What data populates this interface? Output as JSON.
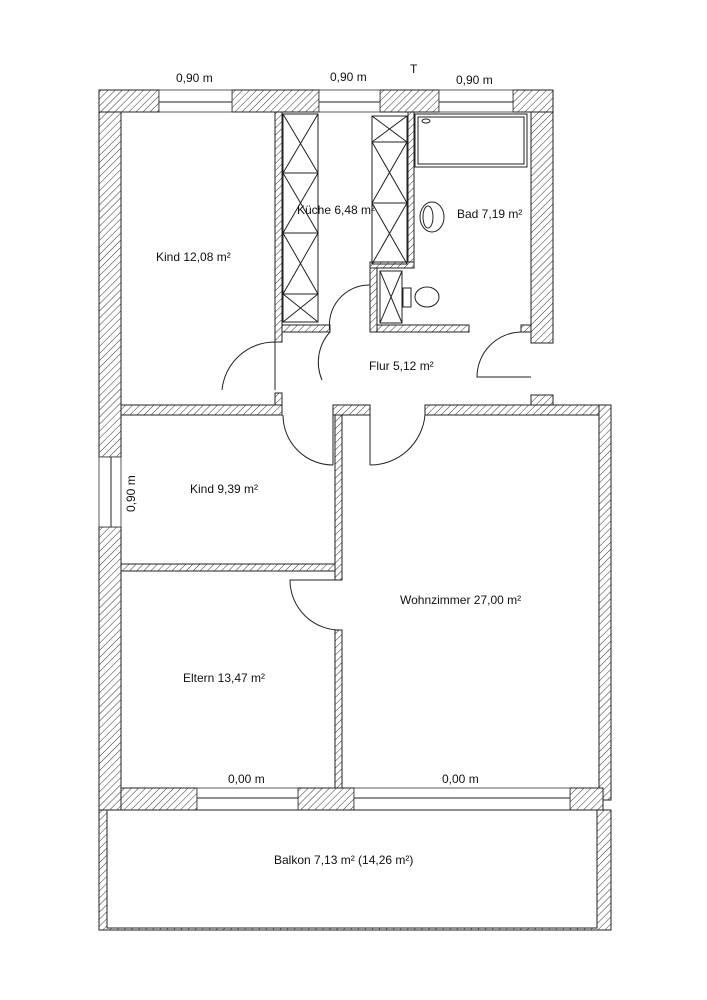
{
  "plan": {
    "north_mark": "T",
    "dimensions": {
      "top_window_1": "0,90 m",
      "top_window_2": "0,90 m",
      "top_window_3": "0,90 m",
      "left_window": "0,90 m",
      "bottom_window_1": "0,00 m",
      "bottom_window_2": "0,00 m"
    },
    "rooms": {
      "kind_1": "Kind 12,08 m²",
      "kueche": "Küche 6,48 m²",
      "bad": "Bad 7,19 m²",
      "flur": "Flur 5,12 m²",
      "kind_2": "Kind 9,39 m²",
      "wohnzimmer": "Wohnzimmer 27,00 m²",
      "eltern": "Eltern 13,47 m²",
      "balkon": "Balkon 7,13 m² (14,26 m²)"
    }
  }
}
